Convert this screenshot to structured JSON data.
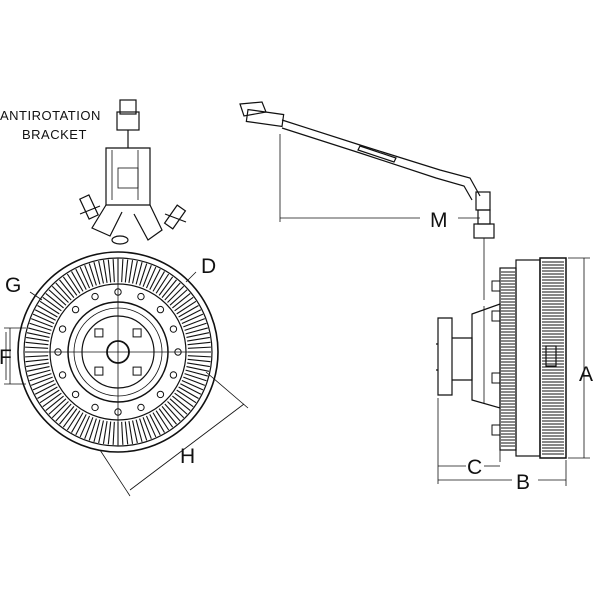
{
  "labels": {
    "antirotation_line1": "ANTIROTATION",
    "antirotation_line2": "BRACKET",
    "A": "A",
    "B": "B",
    "C": "C",
    "D": "D",
    "F": "F",
    "G": "G",
    "H": "H",
    "M": "M"
  },
  "colors": {
    "line": "#111111",
    "fill_light": "#ffffff",
    "fill_dark": "#111111"
  }
}
